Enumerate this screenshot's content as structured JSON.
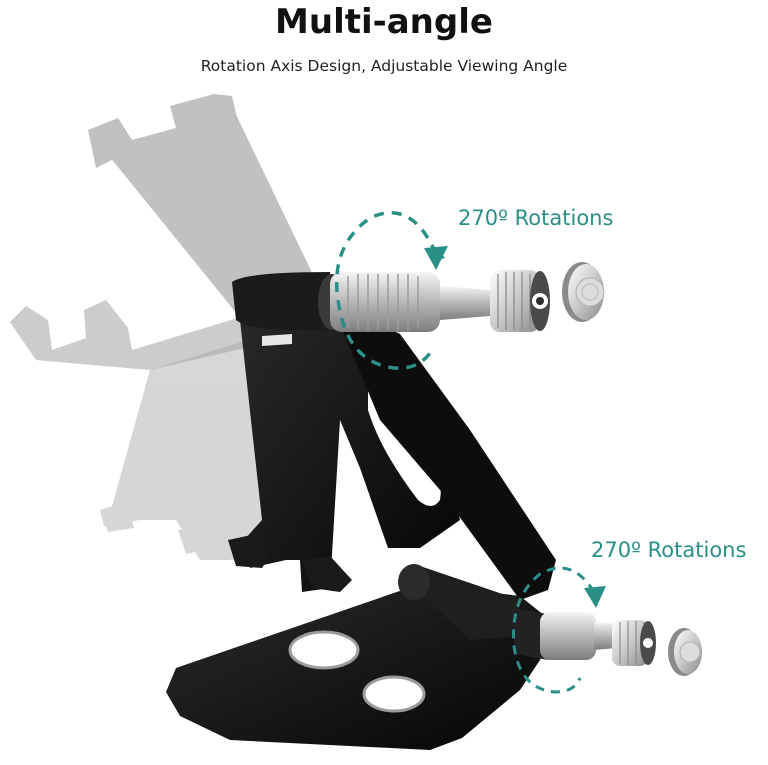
{
  "header": {
    "title": "Multi-angle",
    "subtitle": "Rotation Axis Design, Adjustable Viewing Angle"
  },
  "callouts": {
    "top_rotation": "270º Rotations",
    "bottom_rotation": "270º Rotations"
  },
  "colors": {
    "accent": "#2a8f86",
    "stand_black": "#111111",
    "ghost_gray": "#9a9a9a",
    "metal": "#c8c8c8"
  }
}
